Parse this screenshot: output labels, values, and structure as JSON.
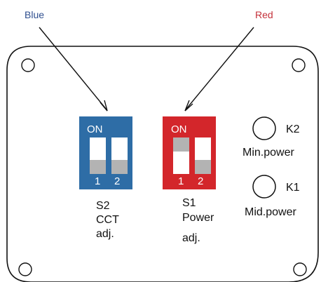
{
  "callouts": {
    "blue": "Blue",
    "red": "Red"
  },
  "colors": {
    "blue_label": "#2f4f8f",
    "red_label": "#c4313a",
    "blue_switch": "#2e6da6",
    "red_switch": "#d3262b",
    "outline": "#111111",
    "slot_white": "#ffffff",
    "slot_gray": "#b3b3b3"
  },
  "s2": {
    "on_label": "ON",
    "num1": "1",
    "num2": "2",
    "line1": "S2",
    "line2": "CCT",
    "line3": "adj."
  },
  "s1": {
    "on_label": "ON",
    "num1": "1",
    "num2": "2",
    "line1": "S1",
    "line2": "Power",
    "line3": "adj."
  },
  "k2": {
    "label": "K2",
    "caption": "Min.power"
  },
  "k1": {
    "label": "K1",
    "caption": "Mid.power"
  }
}
